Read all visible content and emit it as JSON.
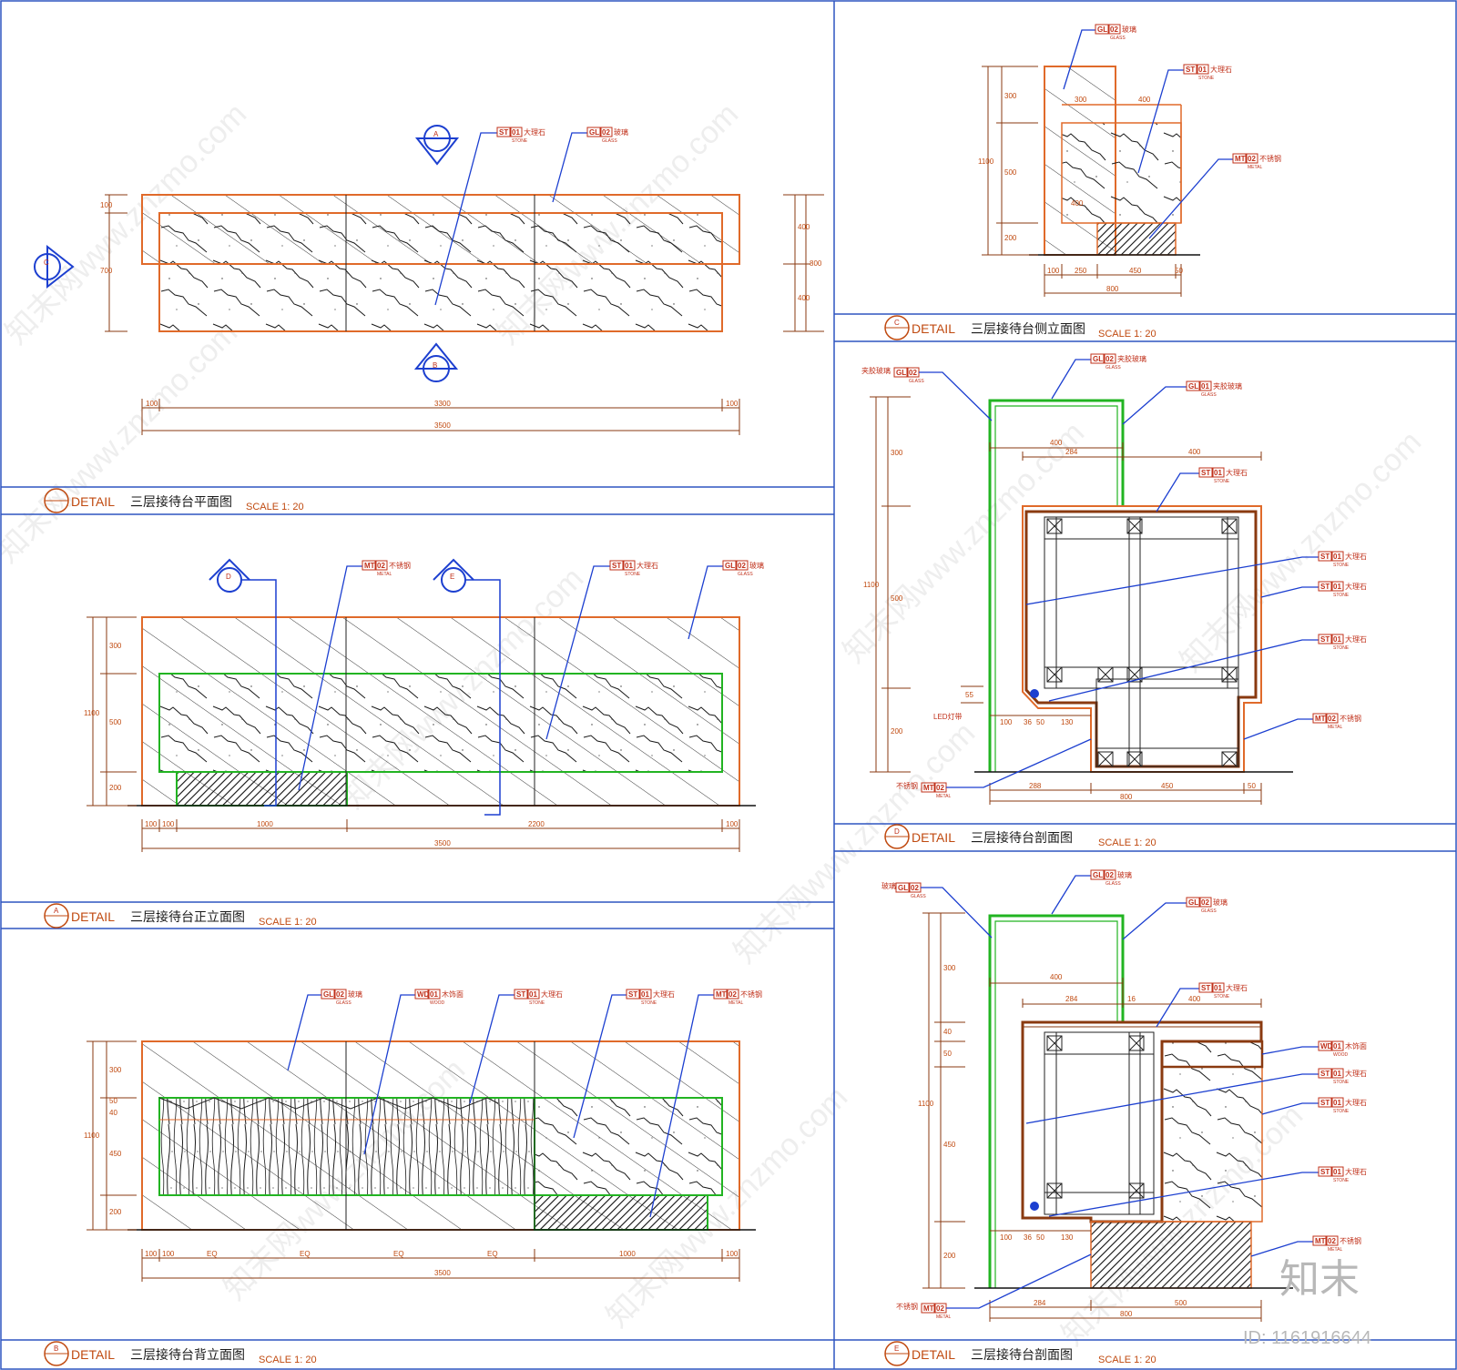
{
  "colors": {
    "frame": "#2e55c0",
    "outline": "#e06a2a",
    "glass": "#22b422",
    "leader": "#1c3fd0",
    "tag": "#c0301a",
    "dim": "#8a3a10",
    "hatch": "#111111"
  },
  "panels": {
    "plan": {
      "detail": "DETAIL",
      "title": "三层接待台平面图",
      "scale": "SCALE 1: 20",
      "marker": ""
    },
    "front": {
      "detail": "DETAIL",
      "title": "三层接待台正立面图",
      "scale": "SCALE 1: 20",
      "marker": "A"
    },
    "back": {
      "detail": "DETAIL",
      "title": "三层接待台背立面图",
      "scale": "SCALE 1: 20",
      "marker": "B"
    },
    "side": {
      "detail": "DETAIL",
      "title": "三层接待台侧立面图",
      "scale": "SCALE 1: 20",
      "marker": "C"
    },
    "section_d": {
      "detail": "DETAIL",
      "title": "三层接待台剖面图",
      "scale": "SCALE 1: 20",
      "marker": "D"
    },
    "section_e": {
      "detail": "DETAIL",
      "title": "三层接待台剖面图",
      "scale": "SCALE 1: 20",
      "marker": "E"
    }
  },
  "section_markers": {
    "a": "A",
    "b": "B",
    "c": "C",
    "d": "D",
    "e": "E"
  },
  "tags": {
    "st01": {
      "code": "ST",
      "num": "01",
      "name": "大理石",
      "sub": "STONE"
    },
    "gl02": {
      "code": "GL",
      "num": "02",
      "name": "玻璃",
      "sub": "GLASS"
    },
    "gl02_laminated": {
      "code": "GL",
      "num": "02",
      "name": "夹胶玻璃",
      "sub": "GLASS"
    },
    "gl01_laminated": {
      "code": "GL",
      "num": "01",
      "name": "夹胶玻璃",
      "sub": "GLASS"
    },
    "mt02": {
      "code": "MT",
      "num": "02",
      "name": "不锈钢",
      "sub": "METAL"
    },
    "wd01": {
      "code": "WD",
      "num": "01",
      "name": "木饰面",
      "sub": "WOOD"
    }
  },
  "notes": {
    "laminated_glass": "夹胶玻璃",
    "glass": "玻璃",
    "led": "LED灯带",
    "steel": "不锈钢"
  },
  "dims": {
    "plan_bottom": [
      "100",
      "3300",
      "100"
    ],
    "plan_total": "3500",
    "plan_left": [
      "100",
      "700"
    ],
    "plan_right": [
      "400",
      "400"
    ],
    "plan_right_total": "800",
    "front_bottom": [
      "100",
      "100",
      "1000",
      "2200",
      "100"
    ],
    "front_total": "3500",
    "front_left": [
      "300",
      "500",
      "200"
    ],
    "front_left_total": "1100",
    "back_bottom": [
      "100",
      "100",
      "EQ",
      "EQ",
      "EQ",
      "EQ",
      "1000",
      "100"
    ],
    "back_total": "3500",
    "back_left": [
      "300",
      "50",
      "40",
      "450",
      "200"
    ],
    "back_left_total": "1100",
    "side_left": [
      "300",
      "500",
      "200"
    ],
    "side_left_total": "1100",
    "side_top": [
      "300",
      "400"
    ],
    "side_inner": "400",
    "side_bottom": [
      "100",
      "250",
      "450",
      "50"
    ],
    "side_total": "800",
    "secd_top": [
      "400",
      "284",
      "400"
    ],
    "secd_left": [
      "300",
      "500",
      "200"
    ],
    "secd_left_total": "1100",
    "secd_small": "55",
    "secd_bottom1": [
      "100",
      "36",
      "50",
      "130"
    ],
    "secd_bottom2": [
      "288",
      "450",
      "50"
    ],
    "secd_total": "800",
    "sece_top": [
      "400",
      "284",
      "16",
      "400"
    ],
    "sece_left": [
      "300",
      "40",
      "50",
      "450",
      "200"
    ],
    "sece_left_total": "1100",
    "sece_bottom1": [
      "100",
      "36",
      "50",
      "130"
    ],
    "sece_bottom2": [
      "284",
      "500"
    ],
    "sece_total": "800"
  },
  "watermark": {
    "text": "知末网www.znzmo.com",
    "brand": "知末",
    "id": "ID: 1161916644"
  }
}
